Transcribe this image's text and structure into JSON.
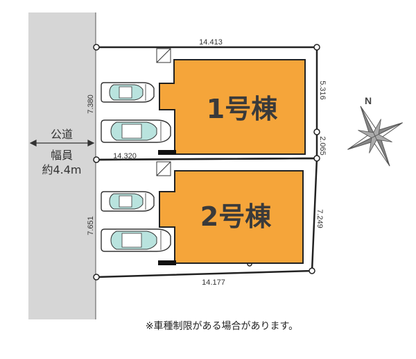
{
  "road": {
    "label_line1": "公道",
    "label_line2": "幅員",
    "label_line3": "約4.4m"
  },
  "buildings": [
    {
      "label": "1号棟",
      "color": "#f5a53a"
    },
    {
      "label": "2号棟",
      "color": "#f5a53a"
    }
  ],
  "dimensions": {
    "top": "14.413",
    "middle": "14.320",
    "bottom": "14.177",
    "left_upper": "7.380",
    "left_lower": "7.651",
    "right_upper": "5.316",
    "right_middle": "2.065",
    "right_lower": "7.249"
  },
  "compass": {
    "label": "N",
    "icon": "compass-rose-icon"
  },
  "note": "※車種制限がある場合があります。",
  "colors": {
    "road": "#d6d6d6",
    "building": "#f5a53a",
    "outline": "#222222"
  }
}
